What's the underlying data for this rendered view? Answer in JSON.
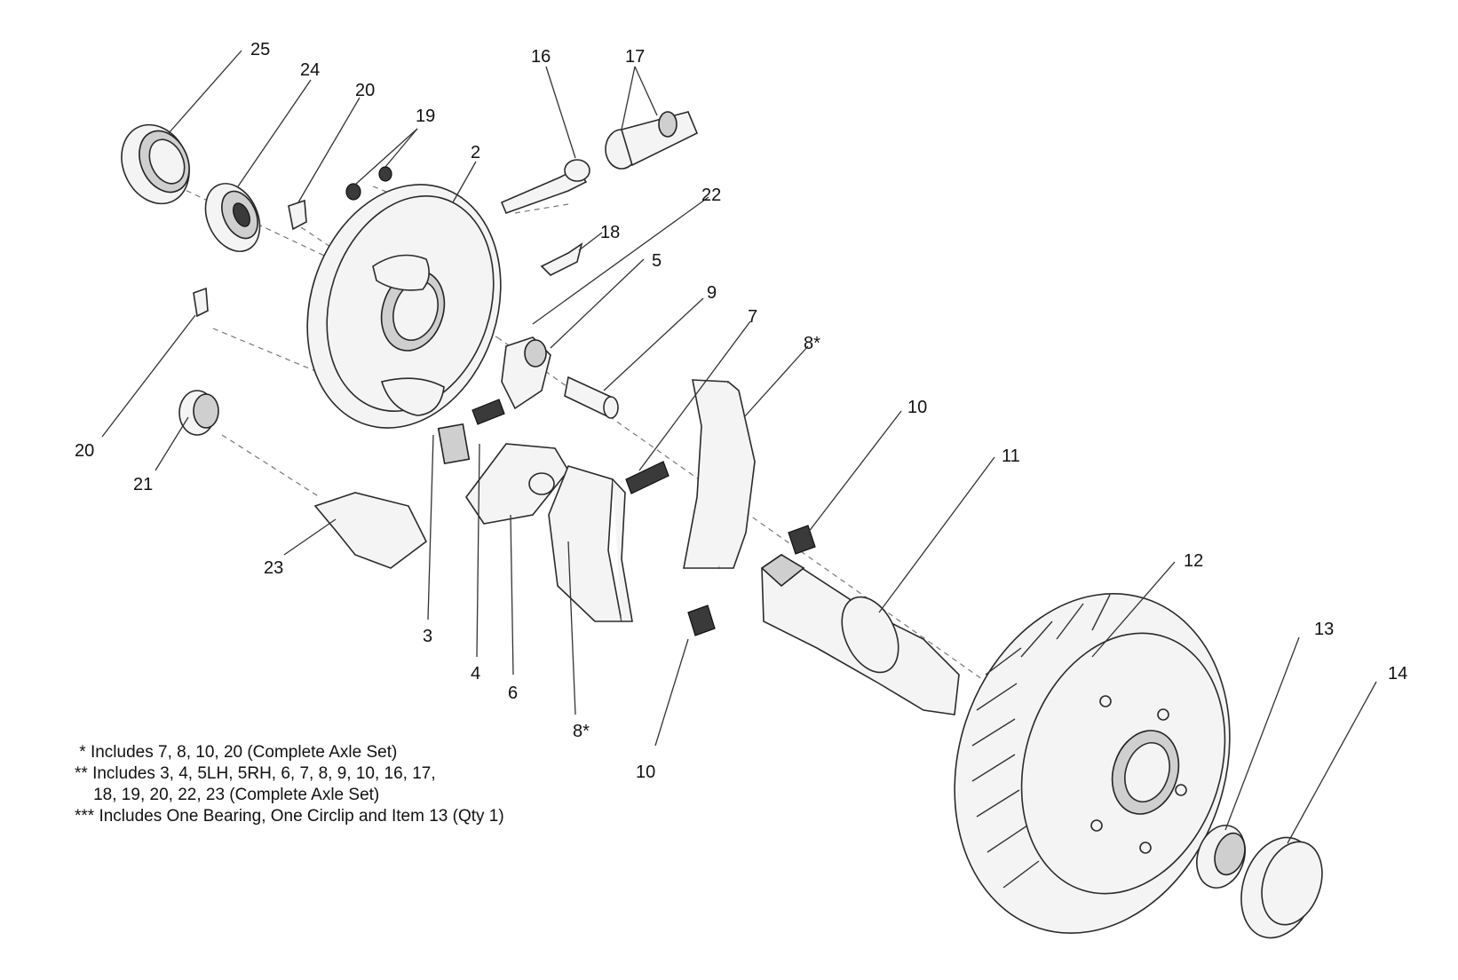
{
  "callouts": [
    {
      "id": "c25",
      "label": "25"
    },
    {
      "id": "c24",
      "label": "24"
    },
    {
      "id": "c20a",
      "label": "20"
    },
    {
      "id": "c19",
      "label": "19"
    },
    {
      "id": "c2",
      "label": "2"
    },
    {
      "id": "c16",
      "label": "16"
    },
    {
      "id": "c17",
      "label": "17"
    },
    {
      "id": "c22",
      "label": "22"
    },
    {
      "id": "c18",
      "label": "18"
    },
    {
      "id": "c5",
      "label": "5"
    },
    {
      "id": "c9",
      "label": "9"
    },
    {
      "id": "c7",
      "label": "7"
    },
    {
      "id": "c8a",
      "label": "8*"
    },
    {
      "id": "c10a",
      "label": "10"
    },
    {
      "id": "c11",
      "label": "11"
    },
    {
      "id": "c12",
      "label": "12"
    },
    {
      "id": "c13",
      "label": "13"
    },
    {
      "id": "c14",
      "label": "14"
    },
    {
      "id": "c20b",
      "label": "20"
    },
    {
      "id": "c21",
      "label": "21"
    },
    {
      "id": "c23",
      "label": "23"
    },
    {
      "id": "c3",
      "label": "3"
    },
    {
      "id": "c4",
      "label": "4"
    },
    {
      "id": "c6",
      "label": "6"
    },
    {
      "id": "c8b",
      "label": "8*"
    },
    {
      "id": "c10b",
      "label": "10"
    }
  ],
  "notes": {
    "line1": " * Includes 7, 8, 10, 20 (Complete Axle Set)",
    "line2": "** Includes 3, 4, 5LH, 5RH, 6, 7, 8, 9, 10, 16, 17,",
    "line3": "    18, 19, 20, 22, 23 (Complete Axle Set)",
    "line4": "*** Includes One Bearing, One Circlip and Item 13 (Qty 1)"
  },
  "icons": [
    "brake-backing-plate",
    "bearing",
    "brake-shoe",
    "spring",
    "axle-stub",
    "brake-drum",
    "hub-nut",
    "dust-cap"
  ]
}
